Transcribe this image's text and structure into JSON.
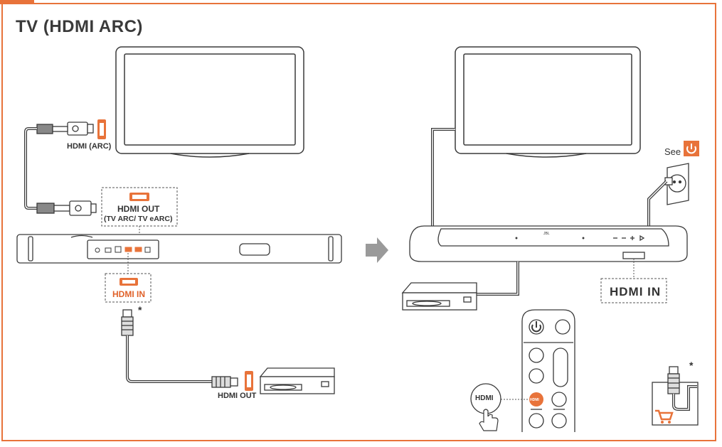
{
  "title": "TV (HDMI ARC)",
  "left": {
    "tv_port_label": "HDMI (ARC)",
    "soundbar_out_label": "HDMI OUT",
    "soundbar_out_sub": "(TV ARC/ TV eARC)",
    "soundbar_in_label": "HDMI IN",
    "source_out_label": "HDMI OUT",
    "asterisk": "*"
  },
  "right": {
    "see_label": "See",
    "hdmi_in_label": "HDMI IN",
    "remote_hdmi_button": "HDMI",
    "remote_small_hdmi": "HDMI",
    "soundbar_brand": "JBL",
    "asterisk": "*"
  },
  "colors": {
    "accent": "#e8733a",
    "line": "#3a3a3a",
    "arrow": "#9a9a9a"
  },
  "icons": [
    "power-icon",
    "shopping-cart-icon",
    "hand-pointer-icon",
    "hdmi-port-icon",
    "arrow-right-icon"
  ]
}
